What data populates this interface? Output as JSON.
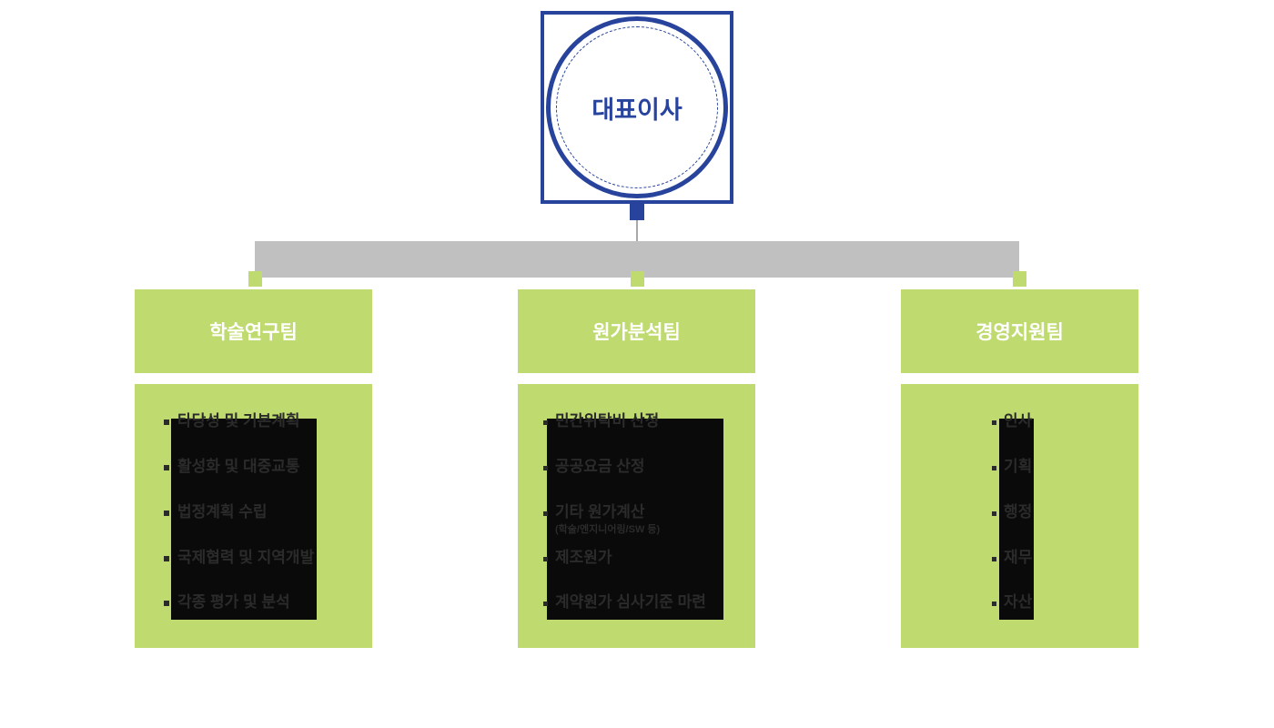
{
  "chart_title": "",
  "colors": {
    "navy": "#27439B",
    "green": "#BFDA6E",
    "gray_bar": "#C0C0C0",
    "overlay_black": "#0A0A0A",
    "header_text": "#FFFFFF",
    "item_text": "#2B2B2B",
    "connector_line": "#A8A8A8"
  },
  "root": {
    "label": "대표이사"
  },
  "teams": [
    {
      "name": "학술연구팀",
      "items": [
        {
          "label": "타당성 및 기본계획",
          "sub": ""
        },
        {
          "label": "활성화 및 대중교통",
          "sub": ""
        },
        {
          "label": "법정계획 수립",
          "sub": ""
        },
        {
          "label": "국제협력 및 지역개발",
          "sub": ""
        },
        {
          "label": "각종 평가 및 분석",
          "sub": ""
        }
      ]
    },
    {
      "name": "원가분석팀",
      "items": [
        {
          "label": "민간위탁비 산정",
          "sub": ""
        },
        {
          "label": "공공요금 산정",
          "sub": ""
        },
        {
          "label": "기타 원가계산",
          "sub": "(학술/엔지니어링/SW 등)"
        },
        {
          "label": "제조원가",
          "sub": ""
        },
        {
          "label": "계약원가 심사기준 마련",
          "sub": ""
        }
      ]
    },
    {
      "name": "경영지원팀",
      "items": [
        {
          "label": "인사",
          "sub": ""
        },
        {
          "label": "기획",
          "sub": ""
        },
        {
          "label": "행정",
          "sub": ""
        },
        {
          "label": "재무",
          "sub": ""
        },
        {
          "label": "자산",
          "sub": ""
        }
      ]
    }
  ]
}
